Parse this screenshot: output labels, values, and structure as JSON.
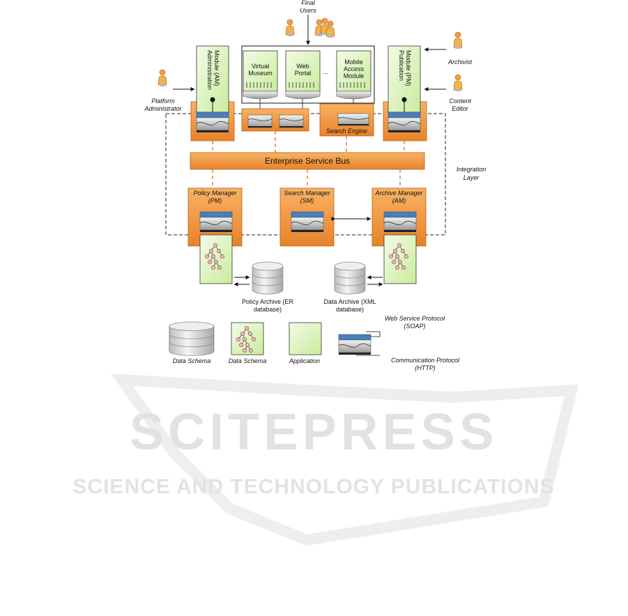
{
  "actors": {
    "final_users": [
      "Final",
      "Users"
    ],
    "archivist": "Archivist",
    "content_editor": [
      "Content",
      "Editor"
    ],
    "platform_administrator": [
      "Platform",
      "Administrator"
    ]
  },
  "modules": {
    "administration": [
      "Administration",
      "Module (AM)"
    ],
    "publication": [
      "Publication",
      "Module (PM)"
    ],
    "virtual_museum": [
      "Virtual",
      "Museum"
    ],
    "web_portal": [
      "Web",
      "Portal"
    ],
    "ellipsis": "...",
    "mobile_access": [
      "Mobile",
      "Access",
      "Module"
    ]
  },
  "components": {
    "search_engine": "Search Engine",
    "esb": "Enterprise Service Bus",
    "integration_layer": [
      "Integration",
      "Layer"
    ],
    "policy_manager": [
      "Policy Manager",
      "(PM)"
    ],
    "search_manager": [
      "Search Manager",
      "(SM)"
    ],
    "archive_manager": [
      "Archive Manager",
      "(AM)"
    ]
  },
  "databases": {
    "policy_archive": [
      "Policy Archive (ER",
      "database)"
    ],
    "data_archive": [
      "Data Archive (XML",
      "database)"
    ]
  },
  "legend": {
    "data_schema_db": "Data Schema",
    "data_schema_tree": "Data Schema",
    "application": "Application",
    "web_service_protocol": [
      "Web Service Protocol",
      "(SOAP)"
    ],
    "communication_protocol": [
      "Communication Protocol",
      "(HTTP)"
    ]
  },
  "watermark": {
    "brand": "SCITEPRESS",
    "tagline": "SCIENCE AND TECHNOLOGY PUBLICATIONS"
  },
  "colors": {
    "orange": "#f59a3c",
    "green": "#dff5c2",
    "blue_bar": "#4a7fb8"
  }
}
